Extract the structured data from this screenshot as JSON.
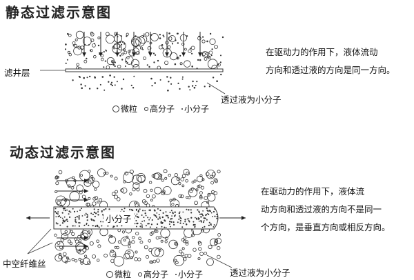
{
  "static": {
    "title": "静态过滤示意图",
    "filter_layer_label": "滤井层",
    "description_lines": [
      "在驱动力的作用下，液体流动",
      "方向和透过液的方向是同一方向。"
    ],
    "permeate_label": "透过液为小分子",
    "legend": {
      "particle": "微粒",
      "polymer": "高分子",
      "small": "小分子"
    }
  },
  "dynamic": {
    "title": "动态过滤示意图",
    "small_molecule_label": "小分子",
    "fiber_label": "中空纤维丝",
    "description_lines": [
      "在驱动力的作用下，液体流",
      "动方向和透过液的方向不是同一",
      "个方向，是垂直方向或相反方向。"
    ],
    "permeate_label": "透过液为小分子",
    "legend": {
      "particle": "微粒",
      "polymer": "高分子",
      "small": "小分子"
    }
  }
}
